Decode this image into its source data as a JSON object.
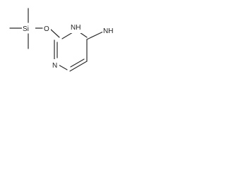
{
  "atoms": {
    "si": "Si",
    "o": "O",
    "nh": "NH",
    "n": "N",
    "nh2": "NH"
  }
}
